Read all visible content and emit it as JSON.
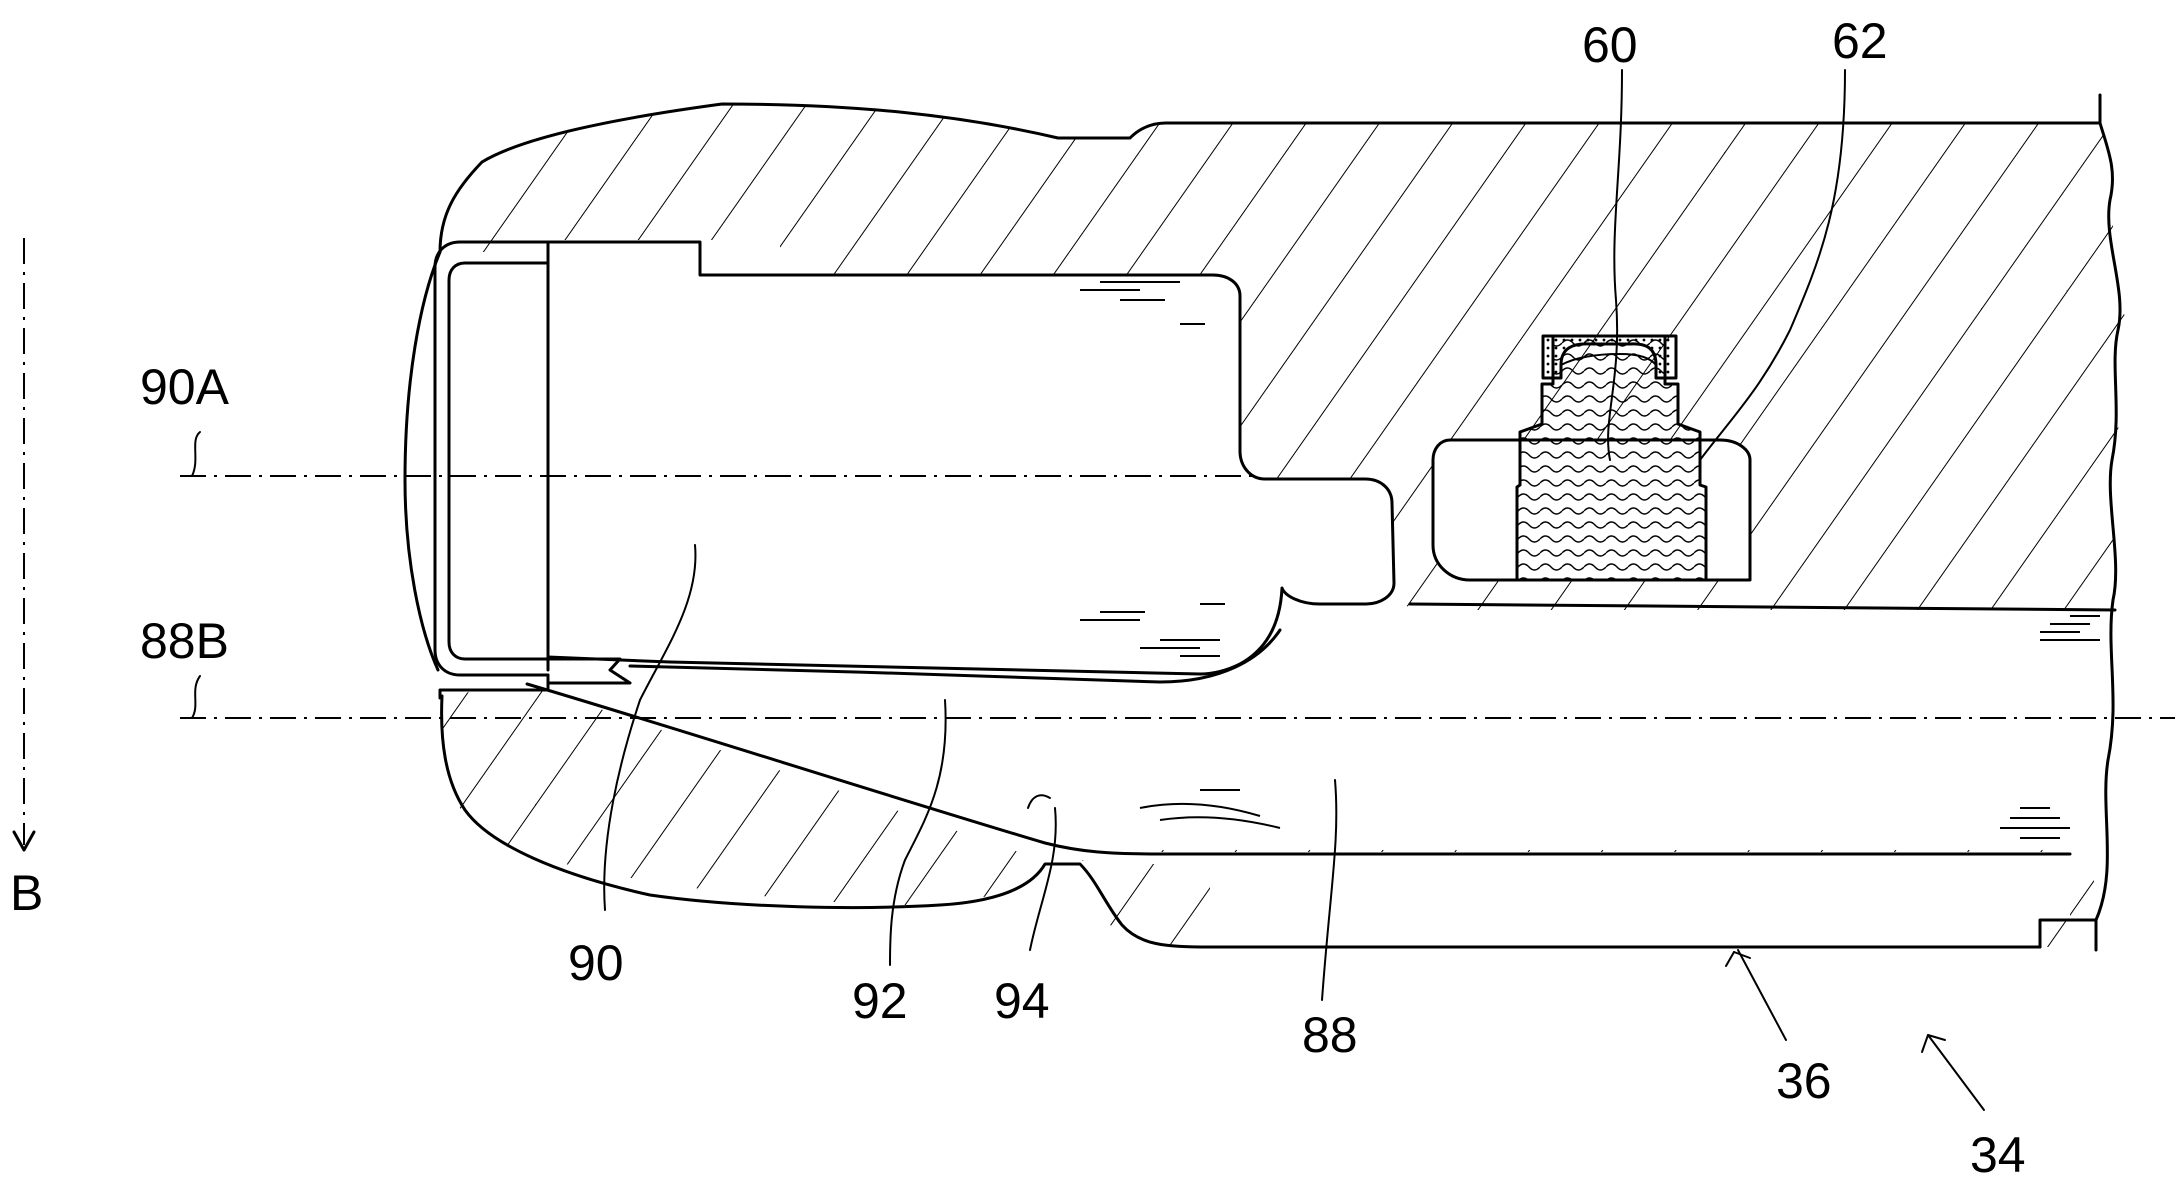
{
  "drawing": {
    "labels": {
      "l60": "60",
      "l62": "62",
      "l90A": "90A",
      "l88B": "88B",
      "lB": "B",
      "l90": "90",
      "l92": "92",
      "l94": "94",
      "l88": "88",
      "l36": "36",
      "l34": "34"
    },
    "colors": {
      "line": "#000000",
      "background": "#ffffff"
    }
  }
}
